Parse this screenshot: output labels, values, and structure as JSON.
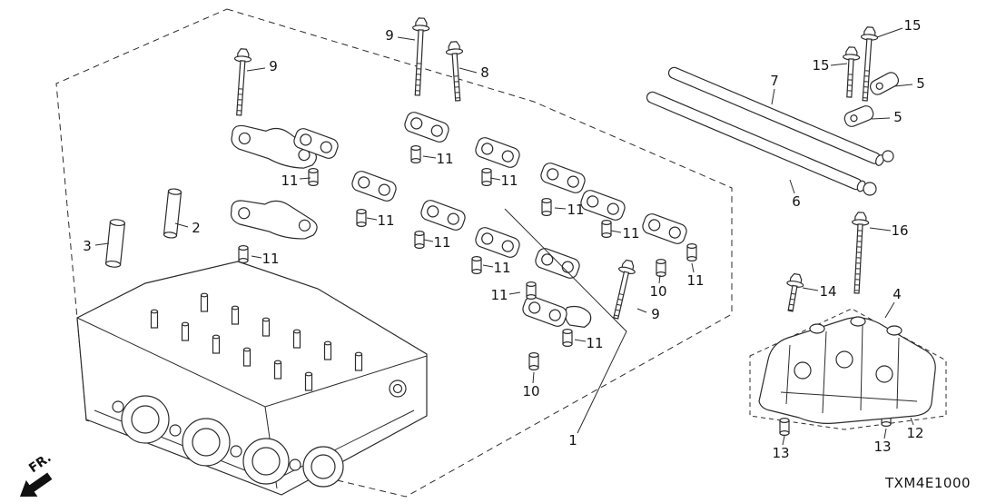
{
  "diagram": {
    "code": "TXM4E1000",
    "direction_label": "FR."
  },
  "callouts": [
    {
      "label": "9"
    },
    {
      "label": "9"
    },
    {
      "label": "8"
    },
    {
      "label": "15"
    },
    {
      "label": "15"
    },
    {
      "label": "5"
    },
    {
      "label": "5"
    },
    {
      "label": "7"
    },
    {
      "label": "6"
    },
    {
      "label": "16"
    },
    {
      "label": "14"
    },
    {
      "label": "4"
    },
    {
      "label": "2"
    },
    {
      "label": "3"
    },
    {
      "label": "11"
    },
    {
      "label": "11"
    },
    {
      "label": "11"
    },
    {
      "label": "11"
    },
    {
      "label": "11"
    },
    {
      "label": "11"
    },
    {
      "label": "11"
    },
    {
      "label": "11"
    },
    {
      "label": "11"
    },
    {
      "label": "11"
    },
    {
      "label": "11"
    },
    {
      "label": "11"
    },
    {
      "label": "10"
    },
    {
      "label": "10"
    },
    {
      "label": "9"
    },
    {
      "label": "1"
    },
    {
      "label": "12"
    },
    {
      "label": "13"
    },
    {
      "label": "13"
    }
  ]
}
